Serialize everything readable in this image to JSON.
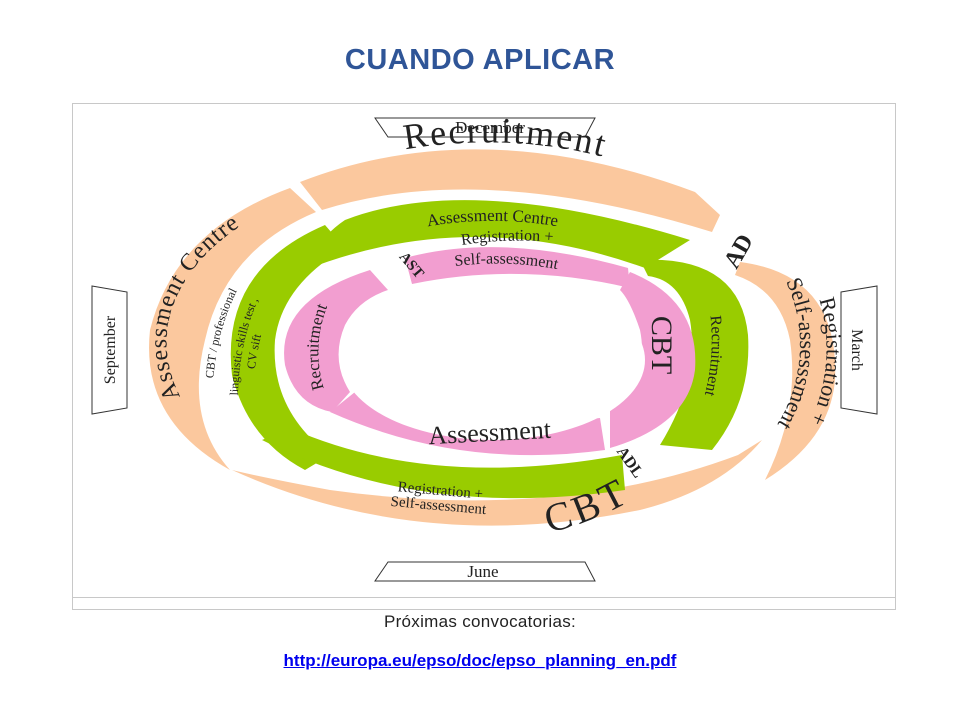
{
  "title": "CUANDO APLICAR",
  "months": {
    "top": "December",
    "bottom": "June",
    "left": "September",
    "right": "March"
  },
  "outer_ring": {
    "recruitment": "Recruitment",
    "assessment_centre": "Assessment Centre",
    "cbt": "CBT",
    "registration": "Registration +",
    "self_assessment": "Self-assesssment",
    "ad": "AD"
  },
  "middle_ring": {
    "assessment_centre": "Assessment Centre",
    "cbt_line1": "CBT / professional",
    "cbt_line2": "linguistic skills test ,",
    "cbt_line3": "CV sift",
    "recruitment": "Recruitment",
    "registration": "Registration +",
    "self_assessment": "Self-assessment",
    "adl": "ADL"
  },
  "inner_ring": {
    "registration": "Registration +",
    "self_assessment": "Self-assessment",
    "cbt": "CBT",
    "assessment": "Assessment",
    "recruitment": "Recruitment",
    "ast": "AST"
  },
  "colors": {
    "outer": "#fbc89e",
    "middle": "#99cc00",
    "inner": "#f29ed0",
    "title": "#2f5597",
    "link": "#0000ee"
  },
  "footer": {
    "caption": "Próximas convocatorias:",
    "link": "http://europa.eu/epso/doc/epso_planning_en.pdf"
  }
}
